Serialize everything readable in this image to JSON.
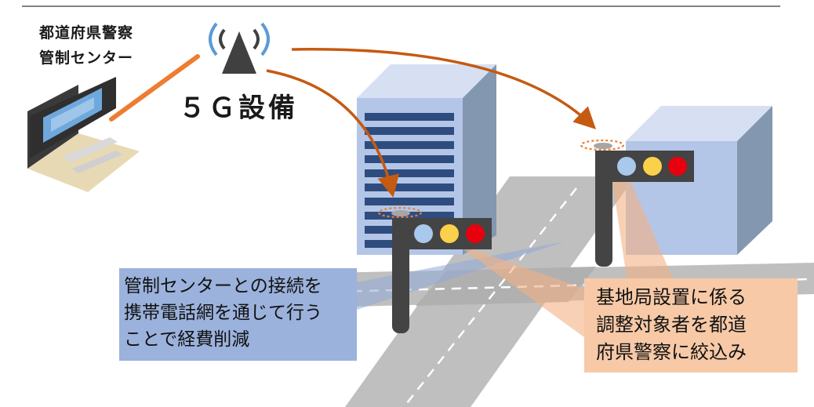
{
  "control_center": {
    "label_line1": "都道府県警察",
    "label_line2": "管制センター"
  },
  "antenna": {
    "label": "５Ｇ設備",
    "icon": "antenna-signal-icon"
  },
  "callouts": {
    "left": {
      "lines": [
        "管制センターとの接続を",
        "携帯電話網を通じて行う",
        "ことで経費削減"
      ],
      "color": "#9bb2dc"
    },
    "right": {
      "lines": [
        "基地局設置に係る",
        "調整対象者を都道",
        "府県警察に絞込み"
      ],
      "color": "#f7c9a7"
    }
  },
  "traffic_light": {
    "lamp_colors": [
      "#a8c8ec",
      "#fbd04a",
      "#e8000f"
    ],
    "pole_color": "#444444"
  },
  "colors": {
    "link_line": "#ed7d31",
    "arrow": "#c55a11",
    "road": "#b7b7b7",
    "building_front": "#b4c6e7",
    "building_side": "#8497b0",
    "building_top": "#d6e0f2",
    "window_band": "#2e4c7e",
    "top_rule": "#595959"
  }
}
